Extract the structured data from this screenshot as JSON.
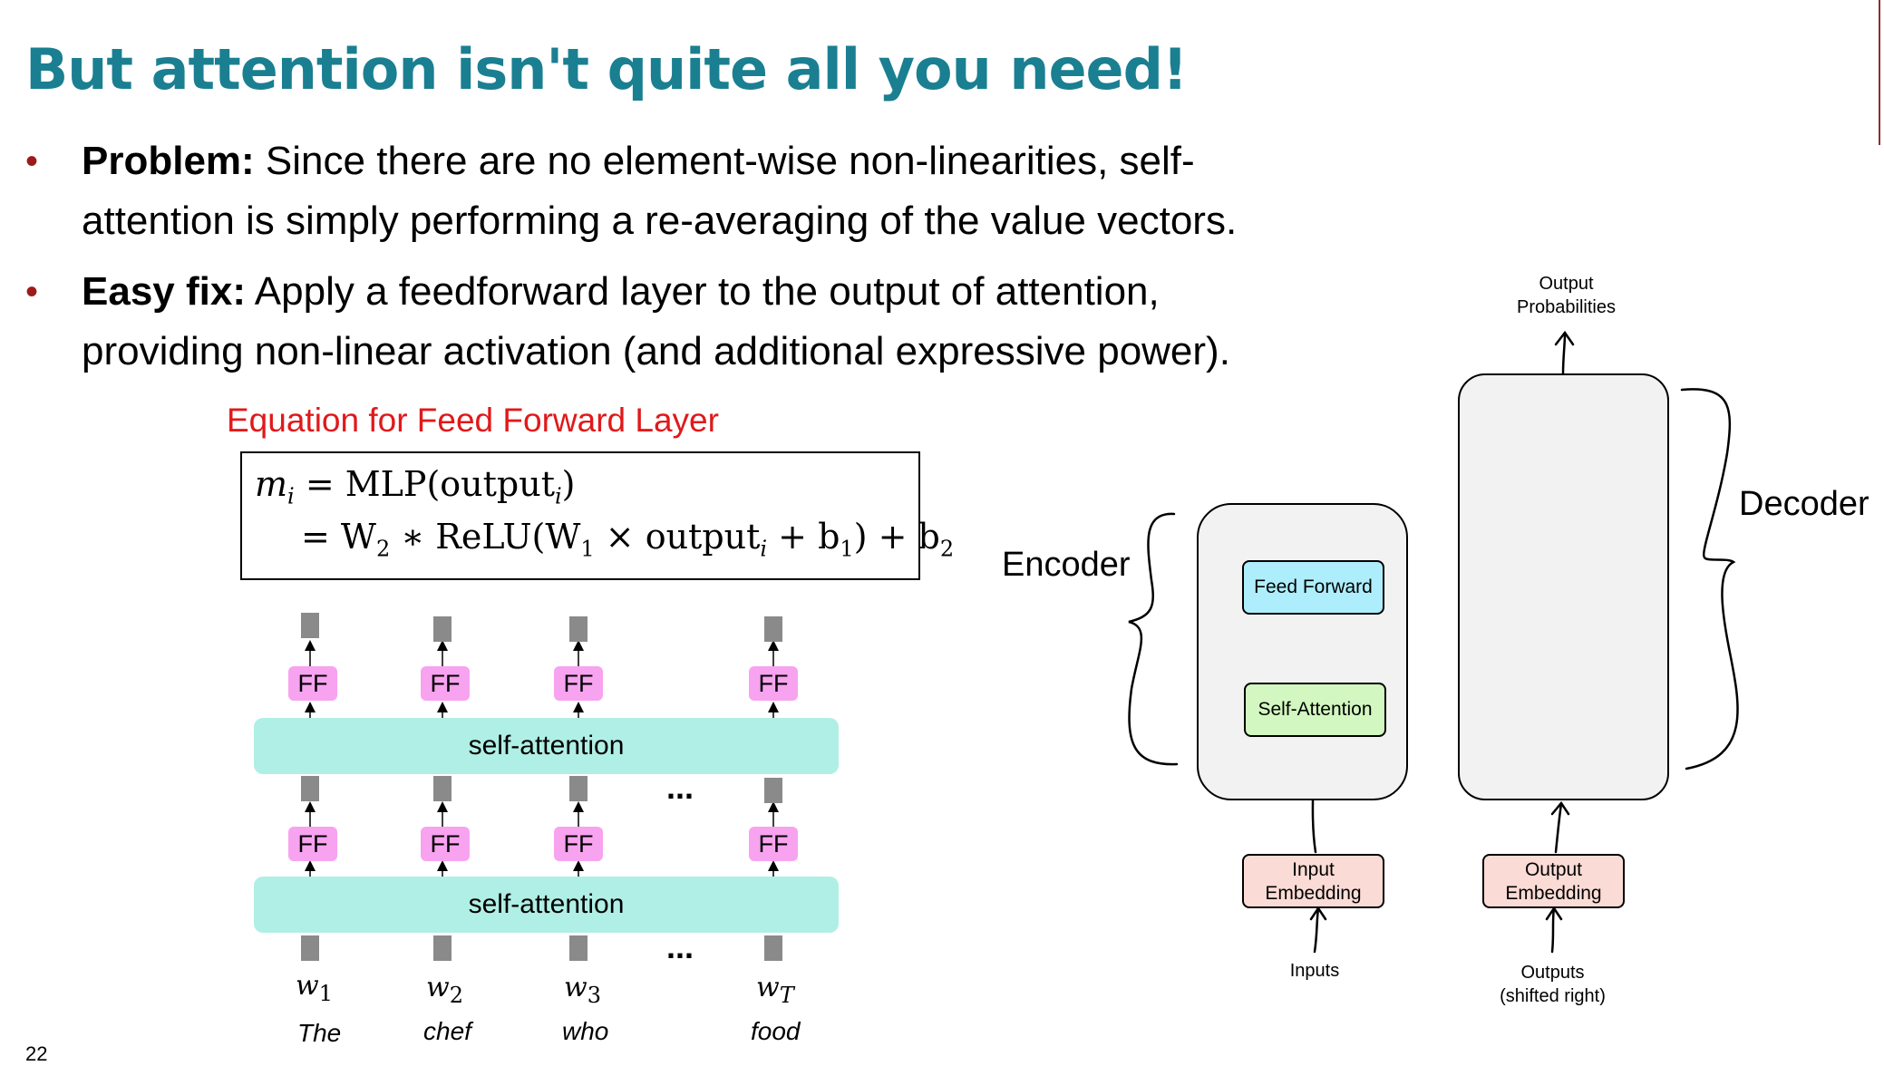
{
  "title": "But attention isn't quite all you need!",
  "bullets": [
    {
      "label": "Problem:",
      "line1": " Since there are no element-wise non-linearities, self-",
      "line2": "attention is simply performing a re-averaging of the value vectors."
    },
    {
      "label": "Easy fix:",
      "line1": " Apply a feedforward layer to the output of attention,",
      "line2": "providing non-linear activation (and additional expressive power)."
    }
  ],
  "equation": {
    "label": "Equation for Feed Forward Layer",
    "line1_lhs": "m",
    "line1_lhs_sub": "i",
    "line1_rhs": "= MLP(output",
    "line1_rhs_sub": "i",
    "line2_a": "= W",
    "line2_a_sub": "2",
    "line2_b": " ∗ ReLU(W",
    "line2_b_sub": "1",
    "line2_c": " × output",
    "line2_c_sub": "i",
    "line2_d": " + b",
    "line2_d_sub": "1",
    "line2_e": ") + b",
    "line2_e_sub": "2"
  },
  "stack": {
    "ff_label": "FF",
    "self_attention_label": "self-attention",
    "ellipsis": "...",
    "tokens": [
      {
        "var": "w",
        "sub": "1",
        "word": "The"
      },
      {
        "var": "w",
        "sub": "2",
        "word": "chef"
      },
      {
        "var": "w",
        "sub": "3",
        "word": "who"
      },
      {
        "var": "w",
        "sub": "T",
        "word": "food"
      }
    ]
  },
  "transformer": {
    "encoder_label": "Encoder",
    "decoder_label": "Decoder",
    "feed_forward": "Feed Forward",
    "self_attention": "Self-Attention",
    "input_embedding_1": "Input",
    "input_embedding_2": "Embedding",
    "output_embedding_1": "Output",
    "output_embedding_2": "Embedding",
    "inputs": "Inputs",
    "outputs_1": "Outputs",
    "outputs_2": "(shifted right)",
    "output_prob_1": "Output",
    "output_prob_2": "Probabilities"
  },
  "colors": {
    "title": "#1a7f91",
    "bullet_dot": "#9c1a1a",
    "eq_label": "#e0191b",
    "ff_pink": "#f7a3f0",
    "sa_teal": "#b0efe5",
    "feed_forward_blue": "#aeeefc",
    "self_attention_green": "#d2f7c0",
    "embedding_pink": "#fadbd5",
    "block_grey": "#f2f2f2"
  },
  "page_number": "22"
}
